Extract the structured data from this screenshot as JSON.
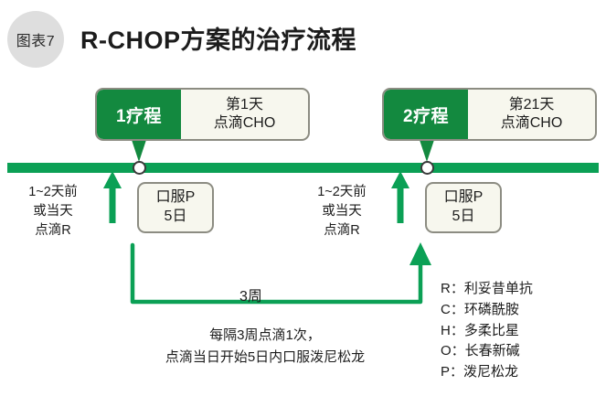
{
  "header": {
    "badge": "图表7",
    "title": "R-CHOP方案的治疗流程"
  },
  "colors": {
    "timeline_green": "#0ba055",
    "tab_green": "#13893f",
    "box_fill": "#f7f7ee",
    "box_border": "#8c8c82",
    "badge_gray": "#dedede"
  },
  "courses": [
    {
      "tab_label": "1疗程",
      "day_line": "第1天",
      "drug_line": "点滴CHO"
    },
    {
      "tab_label": "2疗程",
      "day_line": "第21天",
      "drug_line": "点滴CHO"
    }
  ],
  "pre_notes": [
    {
      "line1": "1~2天前",
      "line2": "或当天",
      "line3": "点滴R"
    },
    {
      "line1": "1~2天前",
      "line2": "或当天",
      "line3": "点滴R"
    }
  ],
  "oral_boxes": [
    {
      "line1": "口服P",
      "line2": "5日"
    },
    {
      "line1": "口服P",
      "line2": "5日"
    }
  ],
  "interval": {
    "label": "3周"
  },
  "caption": {
    "line1": "每隔3周点滴1次，",
    "line2": "点滴当日开始5日内口服泼尼松龙"
  },
  "legend": {
    "items": [
      {
        "key": "R：",
        "value": "利妥昔单抗"
      },
      {
        "key": "C：",
        "value": "环磷酰胺"
      },
      {
        "key": "H：",
        "value": "多柔比星"
      },
      {
        "key": "O：",
        "value": "长春新碱"
      },
      {
        "key": "P：",
        "value": "泼尼松龙"
      }
    ]
  }
}
